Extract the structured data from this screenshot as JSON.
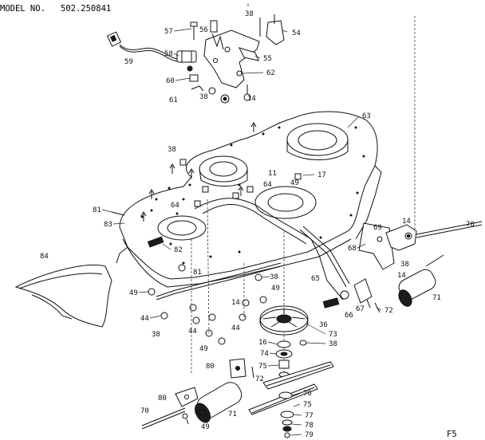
{
  "header": {
    "model_label": "MODEL NO.",
    "model_number": "502.250841"
  },
  "figure_label": "F5",
  "callouts": [
    {
      "id": "57",
      "text": "57"
    },
    {
      "id": "56",
      "text": "56"
    },
    {
      "id": "38a",
      "text": "38"
    },
    {
      "id": "54",
      "text": "54"
    },
    {
      "id": "58",
      "text": "58"
    },
    {
      "id": "59",
      "text": "59"
    },
    {
      "id": "55",
      "text": "55"
    },
    {
      "id": "62",
      "text": "62"
    },
    {
      "id": "60",
      "text": "60"
    },
    {
      "id": "61",
      "text": "61"
    },
    {
      "id": "38b",
      "text": "38"
    },
    {
      "id": "14a",
      "text": "14"
    },
    {
      "id": "63",
      "text": "63"
    },
    {
      "id": "38c",
      "text": "38"
    },
    {
      "id": "11",
      "text": "11"
    },
    {
      "id": "17",
      "text": "17"
    },
    {
      "id": "49a",
      "text": "49"
    },
    {
      "id": "64a",
      "text": "64"
    },
    {
      "id": "64b",
      "text": "64"
    },
    {
      "id": "81a",
      "text": "81"
    },
    {
      "id": "83",
      "text": "83"
    },
    {
      "id": "14b",
      "text": "14"
    },
    {
      "id": "70a",
      "text": "70"
    },
    {
      "id": "69",
      "text": "69"
    },
    {
      "id": "84",
      "text": "84"
    },
    {
      "id": "82",
      "text": "82"
    },
    {
      "id": "68",
      "text": "68"
    },
    {
      "id": "38d",
      "text": "38"
    },
    {
      "id": "81b",
      "text": "81"
    },
    {
      "id": "14c",
      "text": "14"
    },
    {
      "id": "38e",
      "text": "38"
    },
    {
      "id": "65",
      "text": "65"
    },
    {
      "id": "49b",
      "text": "49"
    },
    {
      "id": "49c",
      "text": "49"
    },
    {
      "id": "71a",
      "text": "71"
    },
    {
      "id": "14d",
      "text": "14"
    },
    {
      "id": "72a",
      "text": "72"
    },
    {
      "id": "67",
      "text": "67"
    },
    {
      "id": "44a",
      "text": "44"
    },
    {
      "id": "66",
      "text": "66"
    },
    {
      "id": "44b",
      "text": "44"
    },
    {
      "id": "44c",
      "text": "44"
    },
    {
      "id": "36",
      "text": "36"
    },
    {
      "id": "38f",
      "text": "38"
    },
    {
      "id": "73",
      "text": "73"
    },
    {
      "id": "16",
      "text": "16"
    },
    {
      "id": "38g",
      "text": "38"
    },
    {
      "id": "49d",
      "text": "49"
    },
    {
      "id": "74",
      "text": "74"
    },
    {
      "id": "80a",
      "text": "80"
    },
    {
      "id": "75a",
      "text": "75"
    },
    {
      "id": "72b",
      "text": "72"
    },
    {
      "id": "76",
      "text": "76"
    },
    {
      "id": "80b",
      "text": "80"
    },
    {
      "id": "75b",
      "text": "75"
    },
    {
      "id": "70b",
      "text": "70"
    },
    {
      "id": "71b",
      "text": "71"
    },
    {
      "id": "77",
      "text": "77"
    },
    {
      "id": "49e",
      "text": "49"
    },
    {
      "id": "78",
      "text": "78"
    },
    {
      "id": "79",
      "text": "79"
    }
  ]
}
